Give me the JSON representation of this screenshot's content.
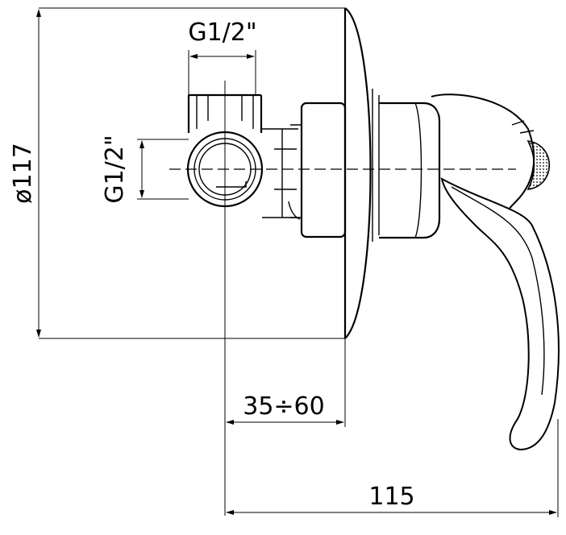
{
  "dimensions": {
    "top_thread": "G1/2\"",
    "side_thread": "G1/2\"",
    "diameter": "ø117",
    "depth_range": "35÷60",
    "total_length": "115"
  }
}
